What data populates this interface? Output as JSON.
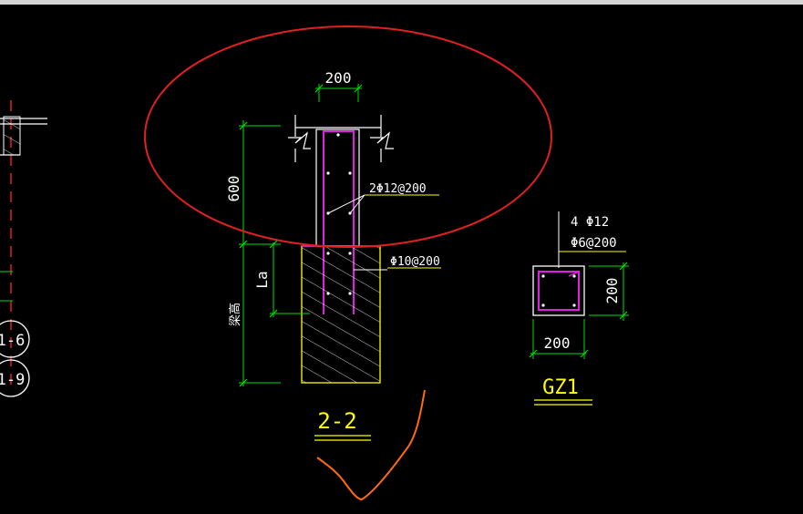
{
  "colors": {
    "background": "#000000",
    "concrete_outline": "#ffffff",
    "rebar": "#e020e0",
    "dimension": "#00e000",
    "label": "#ffff00",
    "annotation_text": "#ffffff",
    "red_markup": "#e02020",
    "orange_markup": "#ff6a10",
    "footing_outline": "#ffff00"
  },
  "section_2_2": {
    "width_dim": "200",
    "height_dim": "600",
    "anchor_dim": "La",
    "beam_height_label": "梁高",
    "rebar_vertical": "2Φ12@200",
    "rebar_tie": "Φ10@200",
    "title": "2-2"
  },
  "gz1": {
    "rebar_main": "4 Φ12",
    "rebar_stirrup": "Φ6@200",
    "width_dim": "200",
    "height_dim": "200",
    "title": "GZ1"
  },
  "left_edge": {
    "axis_bubble_1": "1-6",
    "axis_bubble_2": "1-9"
  }
}
